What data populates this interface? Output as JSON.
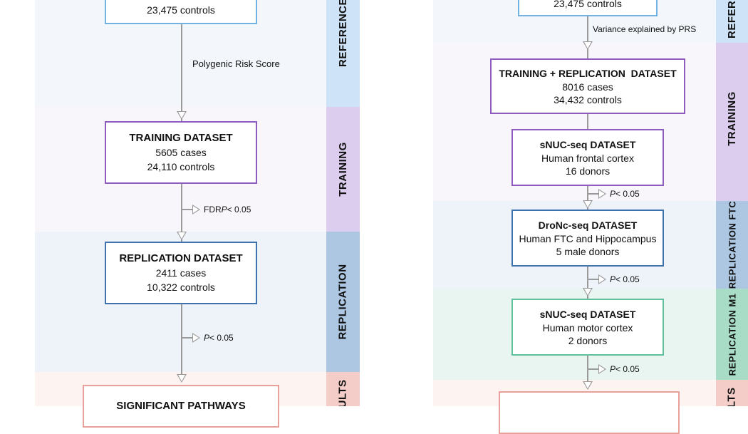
{
  "left": {
    "bands": [
      "REFERENCE",
      "TRAINING",
      "REPLICATION",
      "RESULTS"
    ],
    "reference_box": {
      "line": "23,475 controls"
    },
    "edge1": "Polygenic Risk Score",
    "training_box": {
      "title": "TRAINING DATASET",
      "cases": "5605 cases",
      "controls": "24,110 controls"
    },
    "filter1": {
      "prefix": "FDR ",
      "p": "P",
      "rest": " < 0.05"
    },
    "replication_box": {
      "title": "REPLICATION DATASET",
      "cases": "2411 cases",
      "controls": "10,322 controls"
    },
    "filter2": {
      "p": "P",
      "rest": " < 0.05"
    },
    "results_box": {
      "title": "SIGNIFICANT PATHWAYS"
    }
  },
  "right": {
    "bands": [
      "REFERENCE",
      "TRAINING",
      "REPLICATION FTC",
      "REPLICATION M1",
      "RESULTS"
    ],
    "reference_box": {
      "line": "23,475 controls"
    },
    "edge1": "Variance explained by PRS",
    "trainrep_box": {
      "title": "TRAINING + REPLICATION  DATASET",
      "cases": "8016 cases",
      "controls": "34,432 controls"
    },
    "snuc_box": {
      "title": "sNUC-seq DATASET",
      "l1": "Human frontal cortex",
      "l2": "16 donors"
    },
    "dronc_box": {
      "title": "DroNc-seq DATASET",
      "l1": "Human FTC and Hippocampus",
      "l2": "5 male donors"
    },
    "snuc_m1_box": {
      "title": "sNUC-seq DATASET",
      "l1": "Human motor cortex",
      "l2": "2 donors"
    },
    "filter": {
      "p": "P",
      "rest": " < 0.05"
    }
  }
}
